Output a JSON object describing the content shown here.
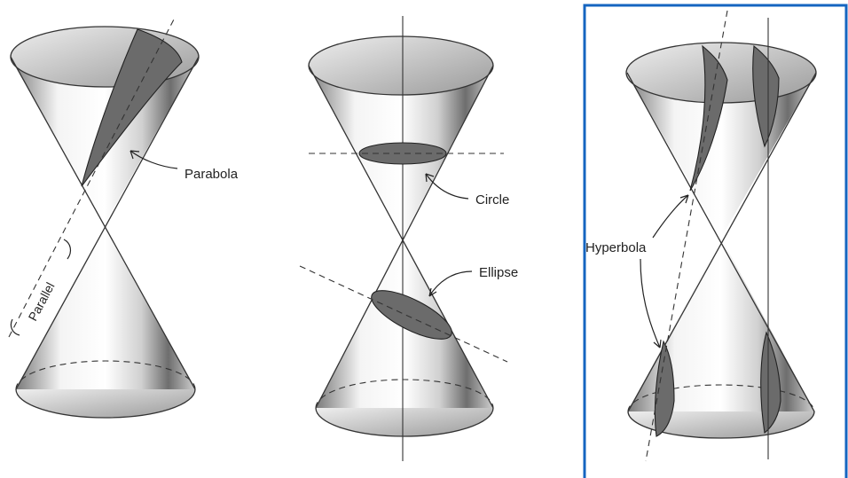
{
  "labels": {
    "parabola": "Parabola",
    "parallel": "Parallel",
    "circle": "Circle",
    "ellipse": "Ellipse",
    "hyperbola": "Hyperbola"
  },
  "colors": {
    "highlight_border": "#1565c0",
    "section_fill": "#6b6b6b",
    "ink": "#333333"
  }
}
